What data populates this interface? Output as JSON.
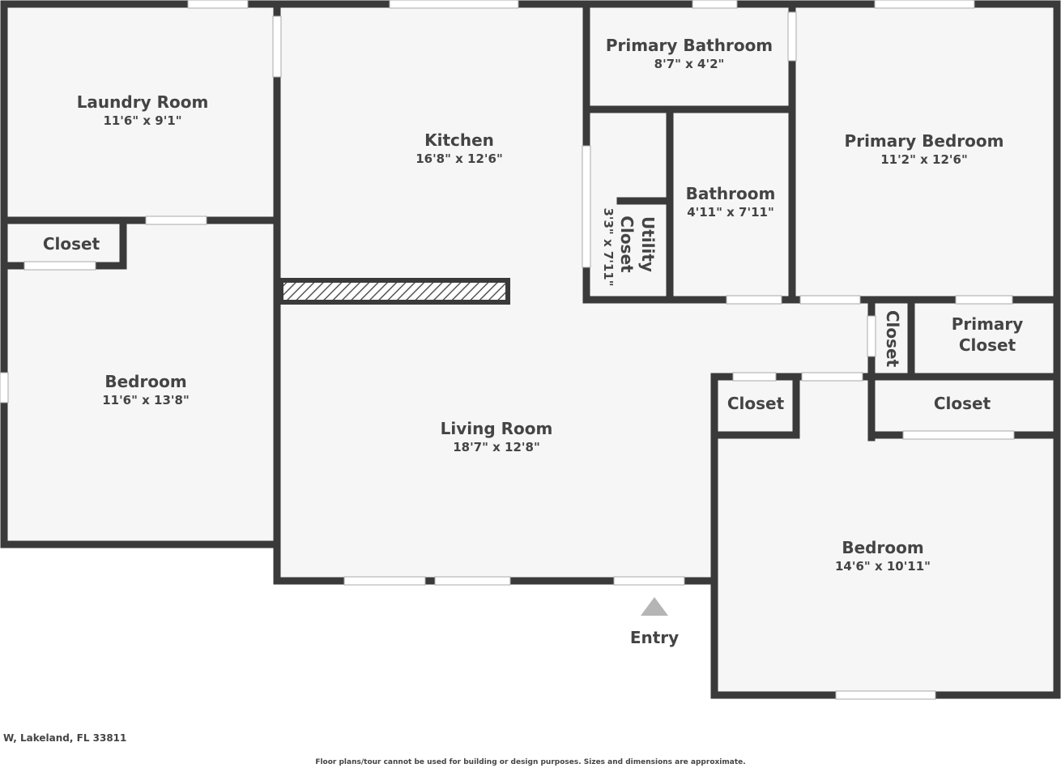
{
  "rooms": [
    {
      "name": "Laundry Room",
      "dims": "11'6\" x 9'1\""
    },
    {
      "name": "Kitchen",
      "dims": "16'8\" x 12'6\""
    },
    {
      "name": "Primary Bathroom",
      "dims": "8'7\" x 4'2\""
    },
    {
      "name": "Primary Bedroom",
      "dims": "11'2\" x 12'6\""
    },
    {
      "name": "Closet"
    },
    {
      "name": "Bathroom",
      "dims": "4'11\" x 7'11\""
    },
    {
      "name": "Utility Closet",
      "dims": "3'3\" x 7'11\""
    },
    {
      "name": "Bedroom",
      "dims": "11'6\" x 13'8\""
    },
    {
      "name": "Living Room",
      "dims": "18'7\" x 12'8\""
    },
    {
      "name": "Closet"
    },
    {
      "name": "Primary Closet"
    },
    {
      "name": "Closet"
    },
    {
      "name": "Closet"
    },
    {
      "name": "Bedroom",
      "dims": "14'6\" x 10'11\""
    }
  ],
  "entry_label": "Entry",
  "address": "W, Lakeland, FL 33811",
  "disclaimer": "Floor plans/tour cannot be used for building or design purposes. Sizes and dimensions are approximate.",
  "colors": {
    "wall": "#3a3a3a",
    "floor": "#f6f6f6",
    "marker": "#b5b5b5"
  }
}
